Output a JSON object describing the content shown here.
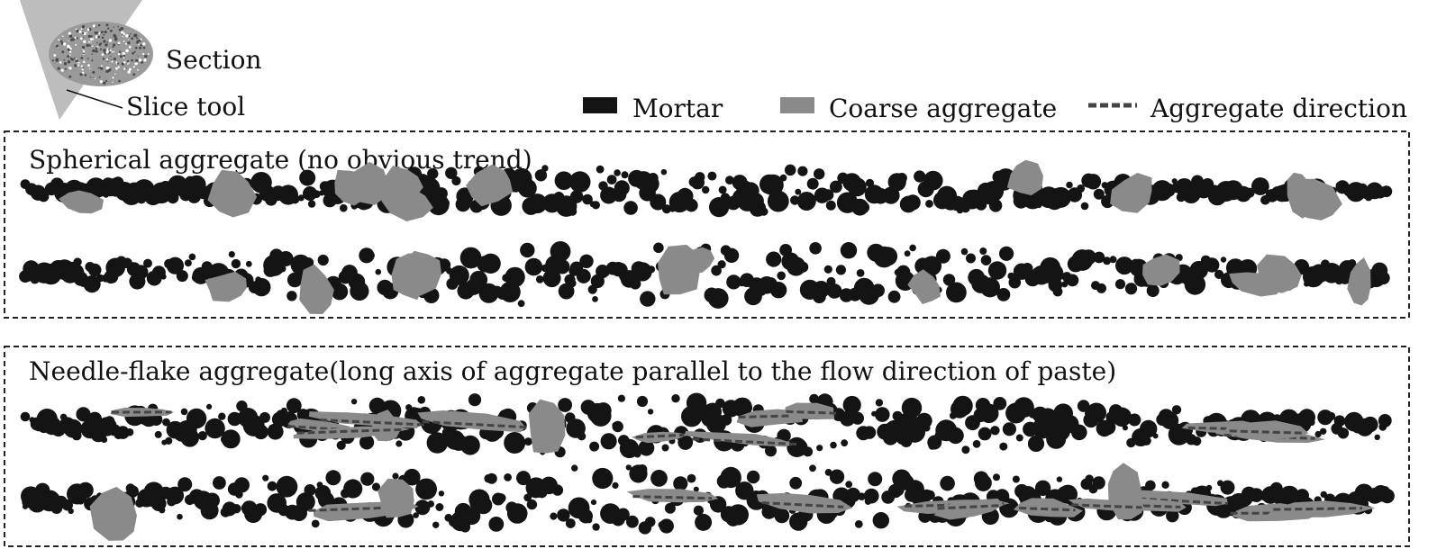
{
  "figure": {
    "section_label": "Section",
    "slice_tool_label": "Slice tool",
    "legend": {
      "mortar": "Mortar",
      "coarse_aggregate": "Coarse aggregate",
      "aggregate_direction": "Aggregate direction"
    },
    "panels": [
      {
        "title": "Spherical aggregate (no obvious trend)"
      },
      {
        "title": "Needle-flake aggregate(long axis of aggregate parallel to the flow direction of paste)"
      }
    ],
    "colors": {
      "mortar": "#141414",
      "coarse_aggregate": "#8a8a8a",
      "direction_line": "#444444",
      "tool": "#bdbdbd"
    }
  }
}
